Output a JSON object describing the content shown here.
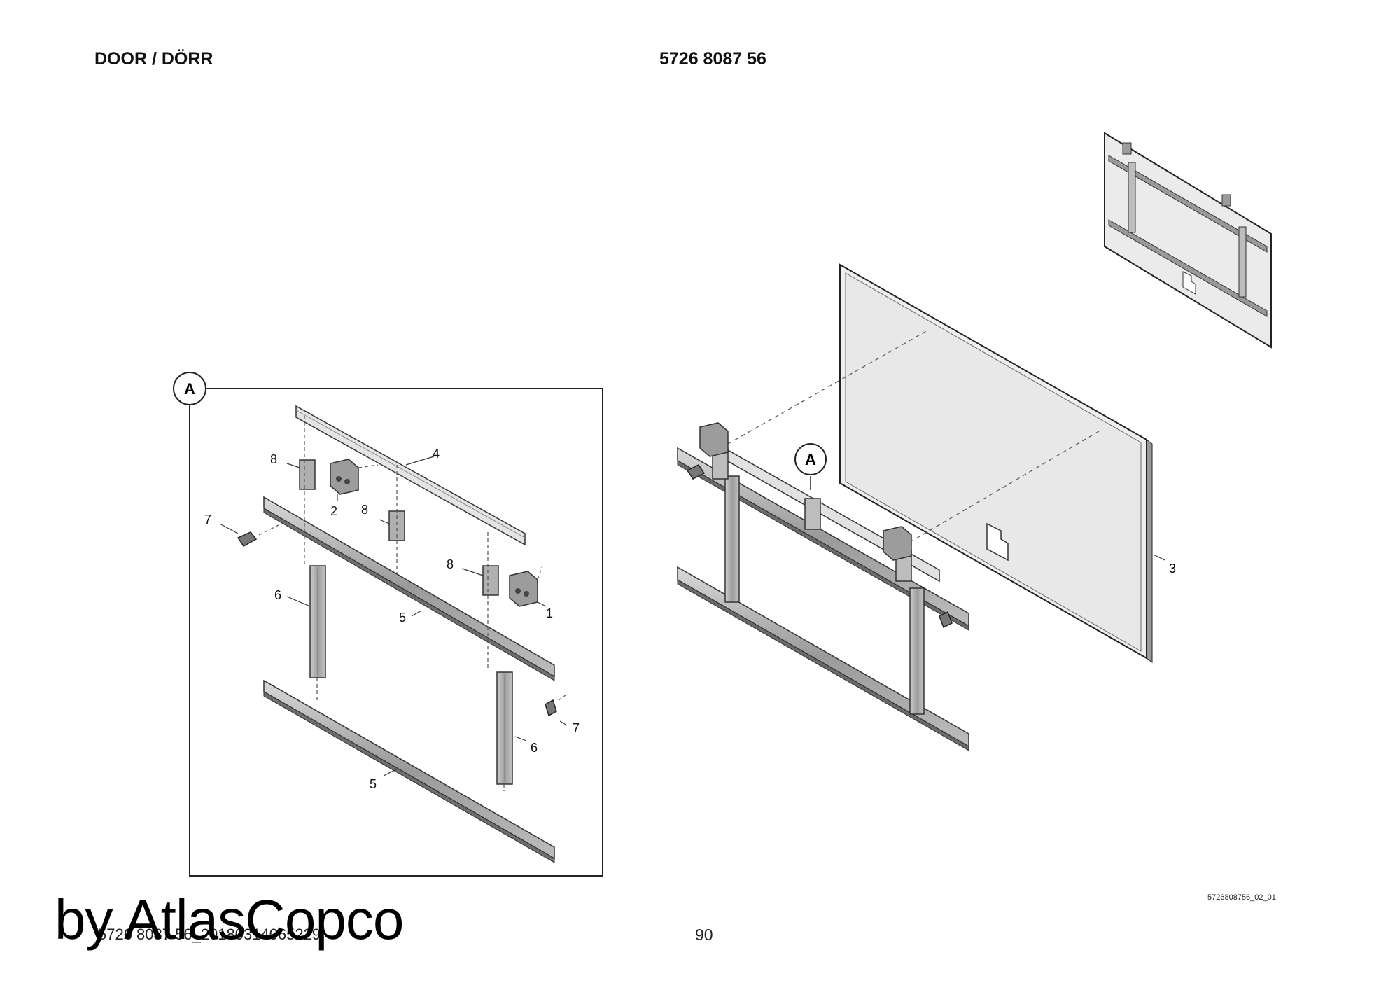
{
  "header": {
    "title": "DOOR / DÖRR",
    "part_number": "5726 8087 56"
  },
  "detail": {
    "label": "A",
    "callouts": {
      "c1": "1",
      "c2": "2",
      "c3": "3",
      "c4": "4",
      "c5": "5",
      "c6": "6",
      "c7": "7",
      "c8": "8"
    }
  },
  "footer": {
    "doc_ref": "5726 8087 56_20180314065229",
    "page": "90",
    "drawing_code": "5726808756_02_01",
    "watermark": "by AtlasCopco"
  }
}
